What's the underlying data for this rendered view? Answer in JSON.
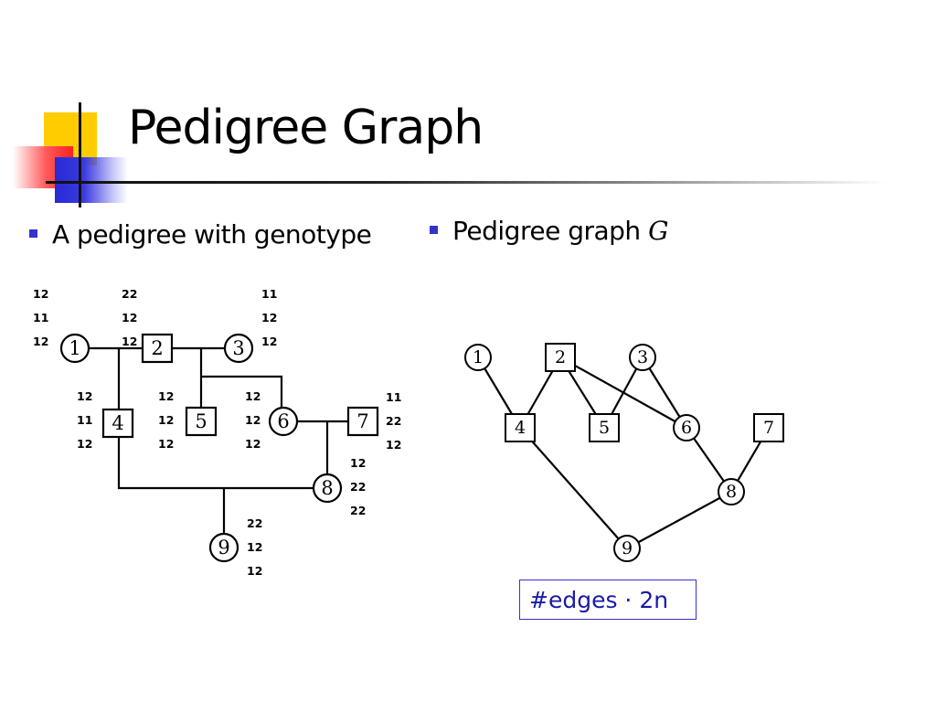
{
  "slide": {
    "title": "Pedigree Graph",
    "bullet_left": "A pedigree with genotype",
    "bullet_right_text": "Pedigree graph",
    "bullet_right_var": "G",
    "edges_note": "#edges · 2n"
  },
  "pedigree": {
    "individuals": [
      {
        "id": "1",
        "shape": "circle",
        "genotype": [
          "12",
          "11",
          "12"
        ]
      },
      {
        "id": "2",
        "shape": "square",
        "genotype": [
          "22",
          "12",
          "12"
        ]
      },
      {
        "id": "3",
        "shape": "circle",
        "genotype": [
          "11",
          "12",
          "12"
        ]
      },
      {
        "id": "4",
        "shape": "square",
        "genotype": [
          "12",
          "11",
          "12"
        ]
      },
      {
        "id": "5",
        "shape": "square",
        "genotype": [
          "12",
          "12",
          "12"
        ]
      },
      {
        "id": "6",
        "shape": "circle",
        "genotype": [
          "12",
          "12",
          "12"
        ]
      },
      {
        "id": "7",
        "shape": "square",
        "genotype": [
          "11",
          "22",
          "12"
        ]
      },
      {
        "id": "8",
        "shape": "circle",
        "genotype": [
          "12",
          "22",
          "22"
        ]
      },
      {
        "id": "9",
        "shape": "circle",
        "genotype": [
          "22",
          "12",
          "12"
        ]
      }
    ]
  },
  "graph": {
    "nodes": [
      {
        "id": "1",
        "shape": "circle"
      },
      {
        "id": "2",
        "shape": "square"
      },
      {
        "id": "3",
        "shape": "circle"
      },
      {
        "id": "4",
        "shape": "square"
      },
      {
        "id": "5",
        "shape": "square"
      },
      {
        "id": "6",
        "shape": "circle"
      },
      {
        "id": "7",
        "shape": "square"
      },
      {
        "id": "8",
        "shape": "circle"
      },
      {
        "id": "9",
        "shape": "circle"
      }
    ],
    "edges": [
      [
        "1",
        "4"
      ],
      [
        "2",
        "4"
      ],
      [
        "2",
        "5"
      ],
      [
        "2",
        "6"
      ],
      [
        "3",
        "5"
      ],
      [
        "3",
        "6"
      ],
      [
        "4",
        "9"
      ],
      [
        "6",
        "8"
      ],
      [
        "7",
        "8"
      ],
      [
        "8",
        "9"
      ]
    ]
  }
}
